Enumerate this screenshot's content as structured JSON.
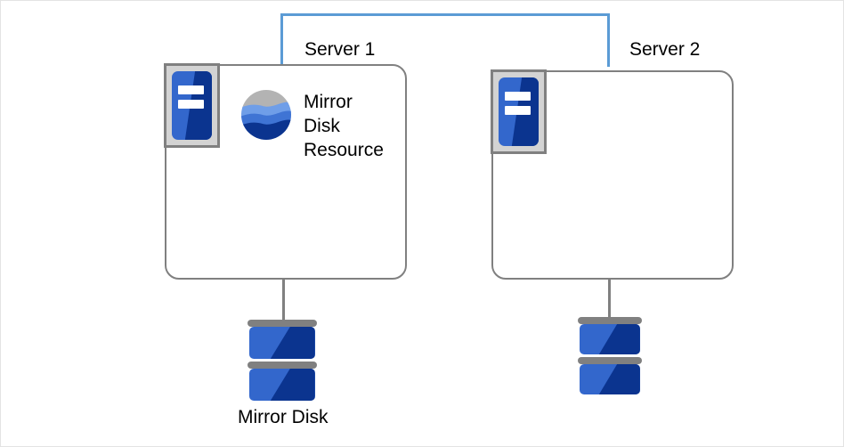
{
  "diagram": {
    "title": "Mirror Disk Resource cluster diagram",
    "background_color": "#ffffff",
    "border_color": "#e3e3e3"
  },
  "interconnect": {
    "name": "server-interconnect-link",
    "color": "#5b9bd5"
  },
  "servers": [
    {
      "id": "server1",
      "label": "Server 1",
      "box_border_color": "#808080",
      "rack_icon": "server-rack-icon",
      "resource": {
        "icon": "mirror-disk-resource-globe-icon",
        "label": "Mirror\nDisk\nResource"
      }
    },
    {
      "id": "server2",
      "label": "Server 2",
      "box_border_color": "#808080",
      "rack_icon": "server-rack-icon",
      "resource": null
    }
  ],
  "disks": [
    {
      "id": "disk1",
      "icon": "mirror-disk-icon",
      "label": "Mirror Disk",
      "color_light": "#3367cc",
      "color_dark": "#0b348f",
      "cap_color": "#808080"
    },
    {
      "id": "disk2",
      "icon": "mirror-disk-icon",
      "label": "",
      "color_light": "#3367cc",
      "color_dark": "#0b348f",
      "cap_color": "#808080"
    }
  ],
  "globe_colors": {
    "top_band": "#b3b3b3",
    "light_band": "#6f9ee8",
    "mid_band": "#3f74d4",
    "bottom_band": "#0b348f"
  }
}
